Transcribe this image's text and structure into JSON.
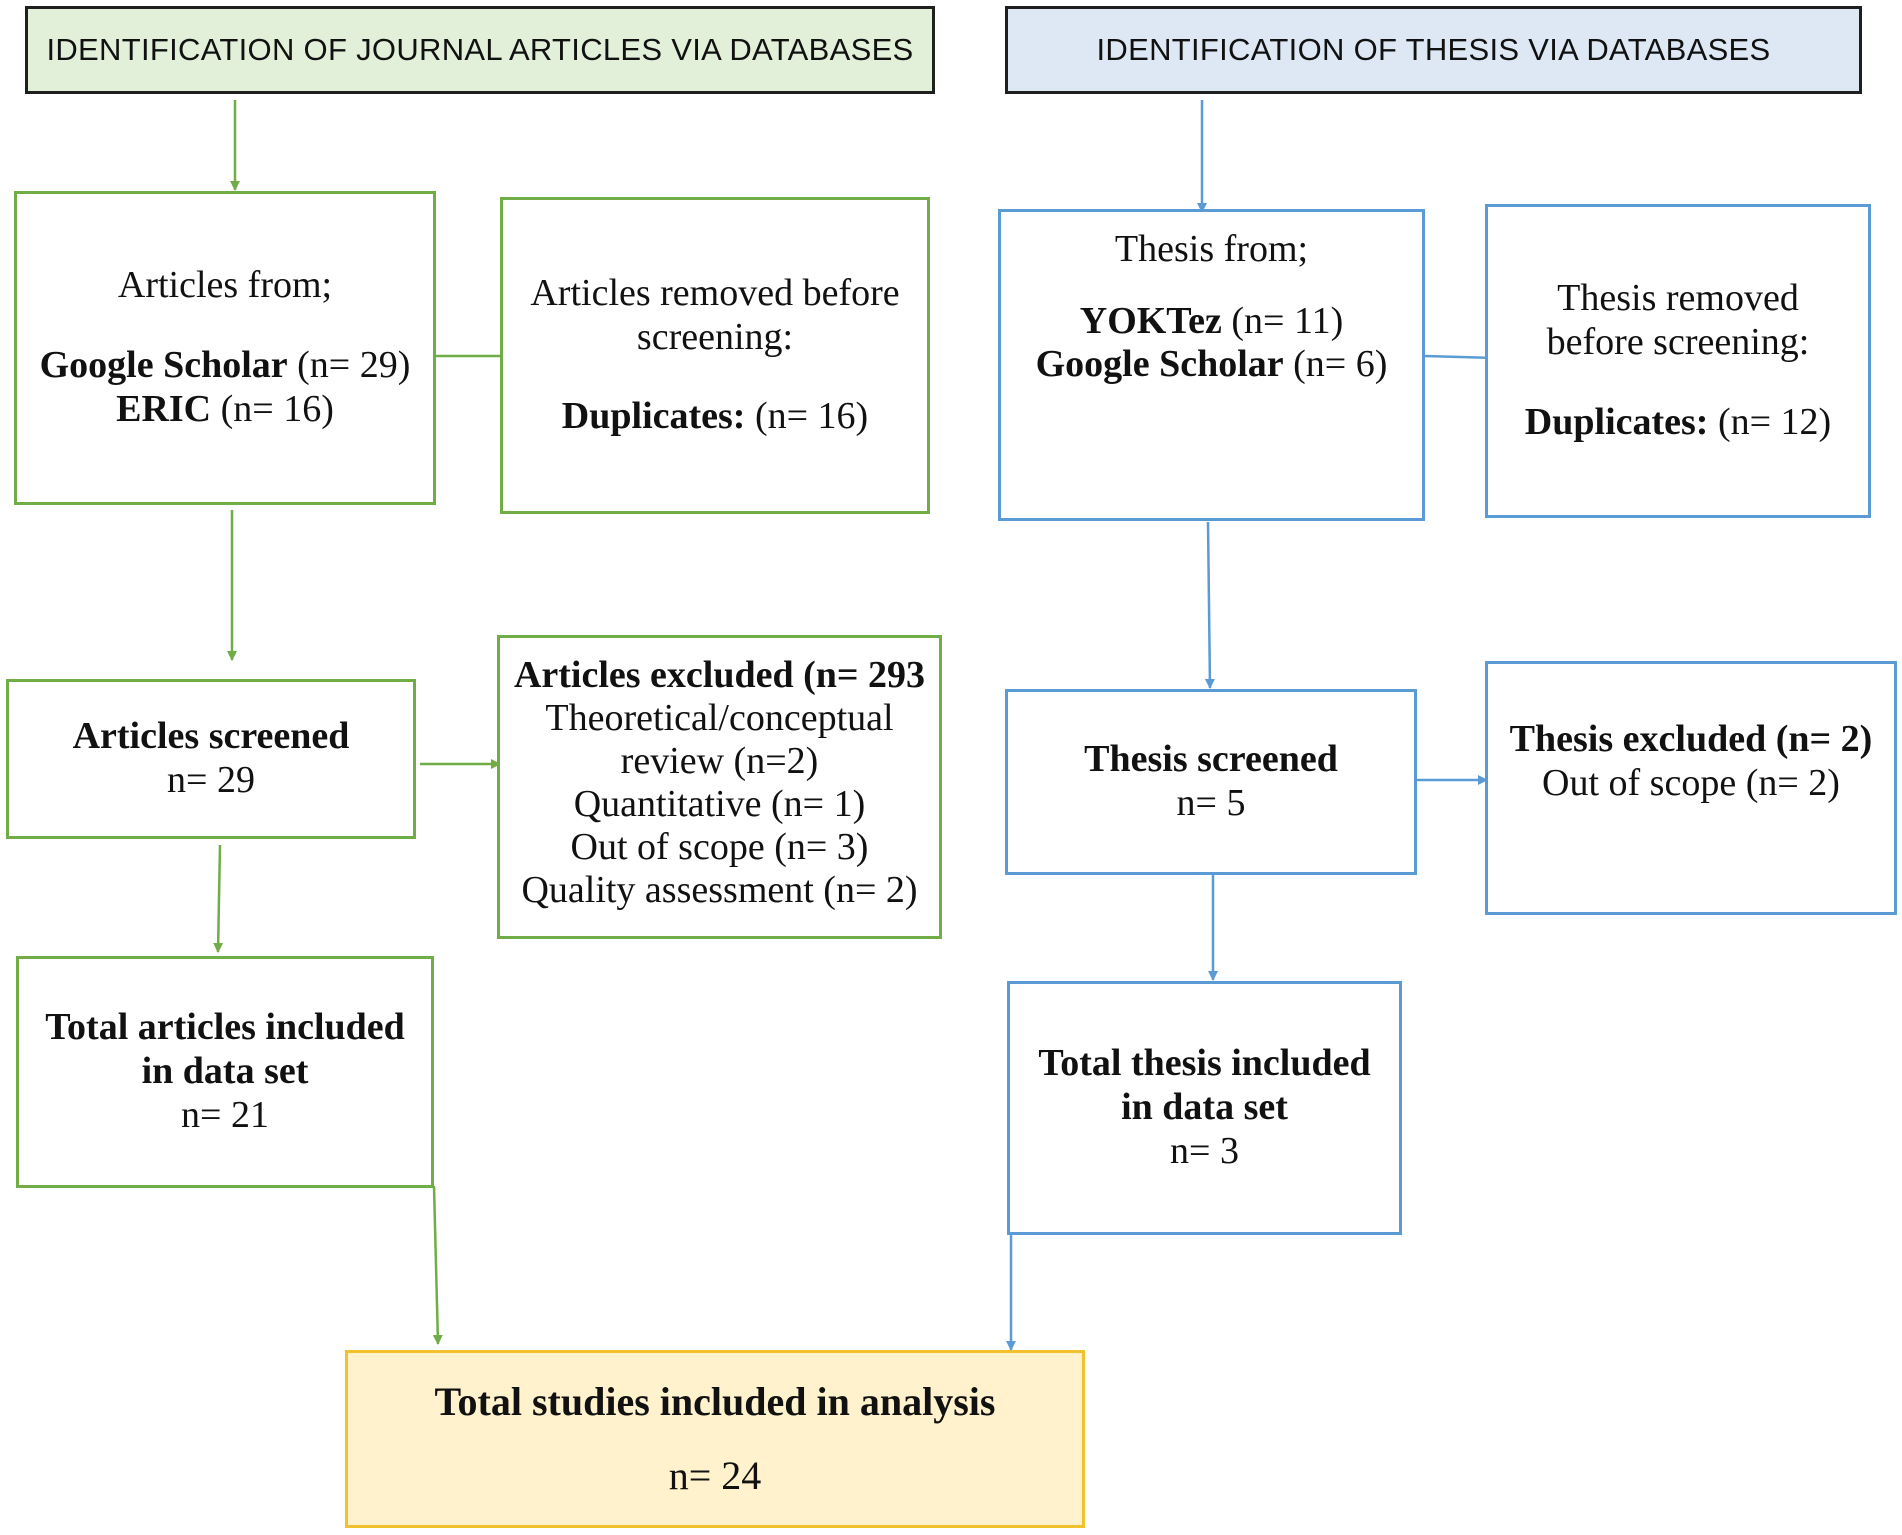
{
  "headers": {
    "articles": "IDENTIFICATION OF JOURNAL ARTICLES VIA DATABASES",
    "thesis": "IDENTIFICATION OF THESIS VIA DATABASES"
  },
  "articles": {
    "sources": {
      "title": "Articles from;",
      "google_name": "Google Scholar",
      "google_n": " (n= 29)",
      "eric_name": "ERIC",
      "eric_n": " (n= 16)"
    },
    "removed": {
      "line1": "Articles removed before",
      "line2": "screening:",
      "dup_label": "Duplicates:",
      "dup_n": " (n= 16)"
    },
    "screened": {
      "title": "Articles screened",
      "n": "n= 29"
    },
    "excluded": {
      "title": "Articles excluded (n= 293",
      "reason1a": "Theoretical/conceptual",
      "reason1b": "review (n=2)",
      "reason2": "Quantitative (n= 1)",
      "reason3": "Out of scope (n= 3)",
      "reason4": "Quality assessment (n= 2)"
    },
    "included": {
      "line1": "Total articles included",
      "line2": "in data set",
      "n": "n= 21"
    }
  },
  "thesis": {
    "sources": {
      "title": "Thesis from;",
      "yok_name": "YOKTez",
      "yok_n": " (n= 11)",
      "google_name": "Google Scholar",
      "google_n": " (n= 6)"
    },
    "removed": {
      "line1": "Thesis removed",
      "line2": "before screening:",
      "dup_label": "Duplicates:",
      "dup_n": " (n= 12)"
    },
    "screened": {
      "title": "Thesis screened",
      "n": "n= 5"
    },
    "excluded": {
      "title": "Thesis excluded (n= 2)",
      "reason1": "Out of scope (n= 2)"
    },
    "included": {
      "line1": "Total thesis included",
      "line2": "in data set",
      "n": "n= 3"
    }
  },
  "final": {
    "title": "Total studies included in analysis",
    "n": "n= 24"
  },
  "colors": {
    "green": "#70ad47",
    "blue": "#5b9bd5",
    "header_green_fill": "#e2efd9",
    "header_blue_fill": "#dde8f4",
    "final_fill": "#fff2cc",
    "final_border": "#f2c12e"
  }
}
